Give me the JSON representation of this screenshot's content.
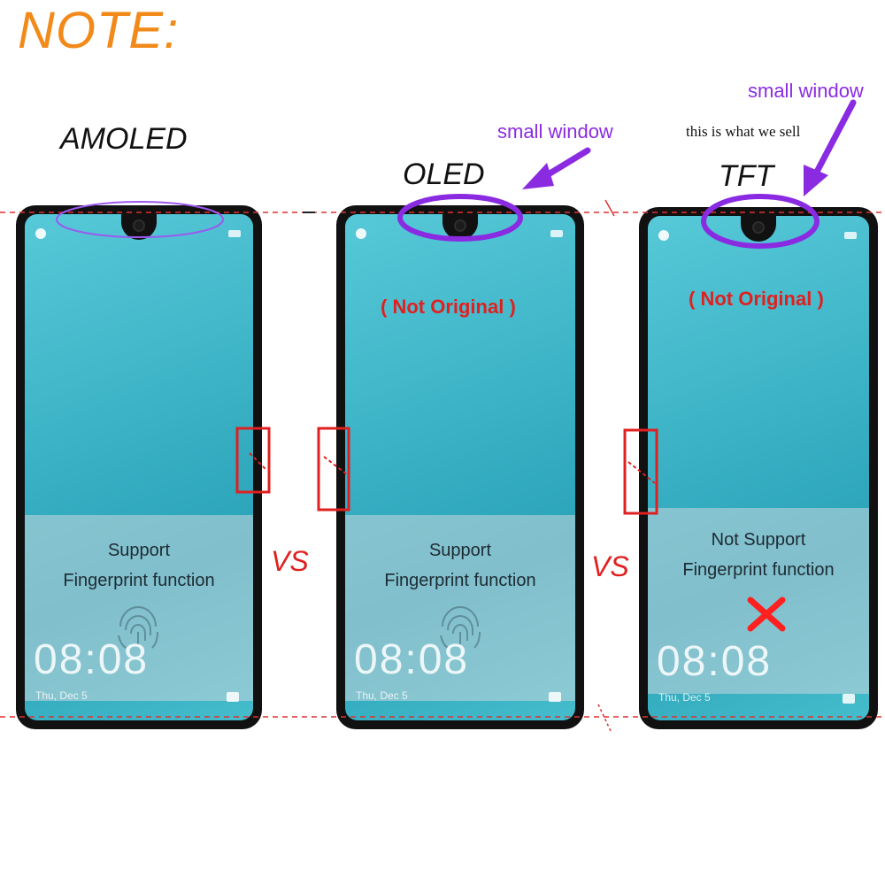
{
  "note": "NOTE:",
  "colors": {
    "note": "#f28a1a",
    "callout": "#8a2be2",
    "warning": "#e02020",
    "screen": "#3cb3c6"
  },
  "phones": [
    {
      "type": "AMOLED",
      "line1": "Support",
      "line2": "Fingerprint function",
      "time": "08:08",
      "date": "Thu, Dec 5"
    },
    {
      "type": "OLED",
      "badge": "( Not Original )",
      "line1": "Support",
      "line2": "Fingerprint function",
      "time": "08:08",
      "date": "Thu, Dec 5"
    },
    {
      "type": "TFT",
      "badge": "( Not Original )",
      "line1": "Not Support",
      "line2": "Fingerprint function",
      "time": "08:08",
      "date": "Thu, Dec 5"
    }
  ],
  "callouts": {
    "oled": "small window",
    "tft": "small window",
    "sell": "this is what we sell"
  },
  "vs": "VS",
  "icons": [
    "fingerprint-icon",
    "cross-icon",
    "camera-icon",
    "arrow-icon"
  ]
}
